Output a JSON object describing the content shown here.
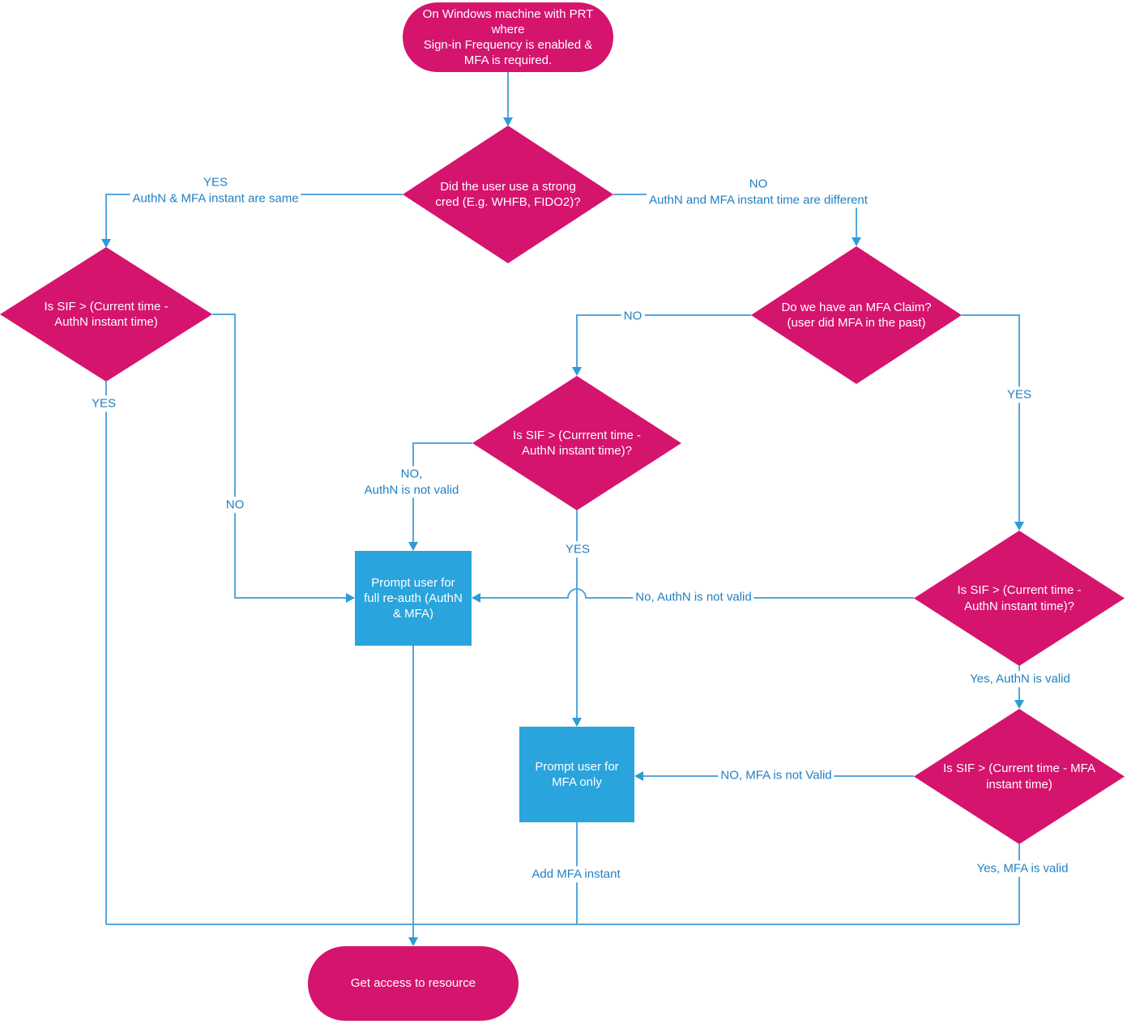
{
  "colors": {
    "pink": "#d5146d",
    "blue": "#29a4dd",
    "line": "#56a7da",
    "arrow": "#2e9bd6",
    "label": "#2180c0"
  },
  "nodes": {
    "start": {
      "text": "On Windows machine with PRT\nwhere\nSign-in Frequency is enabled &\nMFA is required."
    },
    "strong_cred": {
      "text": "Did the user use a strong\ncred (E.g. WHFB, FIDO2)?"
    },
    "sif_left": {
      "text": "Is SIF > (Current time -\nAuthN instant time)"
    },
    "mfa_claim": {
      "text": "Do we have an MFA Claim?\n(user did MFA in the past)"
    },
    "sif_mid": {
      "text": "Is SIF > (Currrent time -\nAuthN instant time)?"
    },
    "full_reauth": {
      "text": "Prompt user for\nfull re-auth (AuthN\n& MFA)"
    },
    "sif_right": {
      "text": "Is SIF > (Current time -\nAuthN instant time)?"
    },
    "mfa_only": {
      "text": "Prompt user for\nMFA only"
    },
    "sif_mfa": {
      "text": "Is SIF > (Current time - MFA\ninstant time)"
    },
    "end": {
      "text": "Get access to resource"
    }
  },
  "labels": {
    "yes_same": "YES\nAuthN & MFA instant are same",
    "no_diff": "NO\nAuthN and MFA instant time are different",
    "sifleft_yes": "YES",
    "sifleft_no": "NO",
    "mfaclaim_no": "NO",
    "mfaclaim_yes": "YES",
    "sifmid_no": "NO,\nAuthN is not valid",
    "sifmid_yes": "YES",
    "sifright_no": "No, AuthN is not valid",
    "sifright_yes": "Yes, AuthN is valid",
    "sifmfa_no": "NO, MFA is not Valid",
    "sifmfa_yes": "Yes, MFA is valid",
    "add_mfa": "Add MFA instant"
  }
}
